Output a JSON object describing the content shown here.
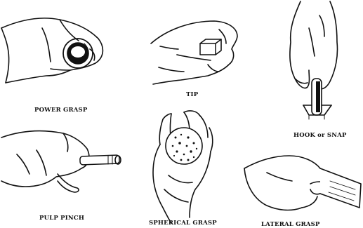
{
  "labels": {
    "power_grasp": "POWER GRASP",
    "tip": "TIP",
    "hook_or_snap": "HOOK or SNAP",
    "pulp_pinch": "PULP PINCH",
    "spherical_grasp": "SPHERICAL GRASP",
    "lateral_grasp": "LATERAL GRASP"
  },
  "colors": {
    "ink": "#111111",
    "paper": "#ffffff"
  }
}
